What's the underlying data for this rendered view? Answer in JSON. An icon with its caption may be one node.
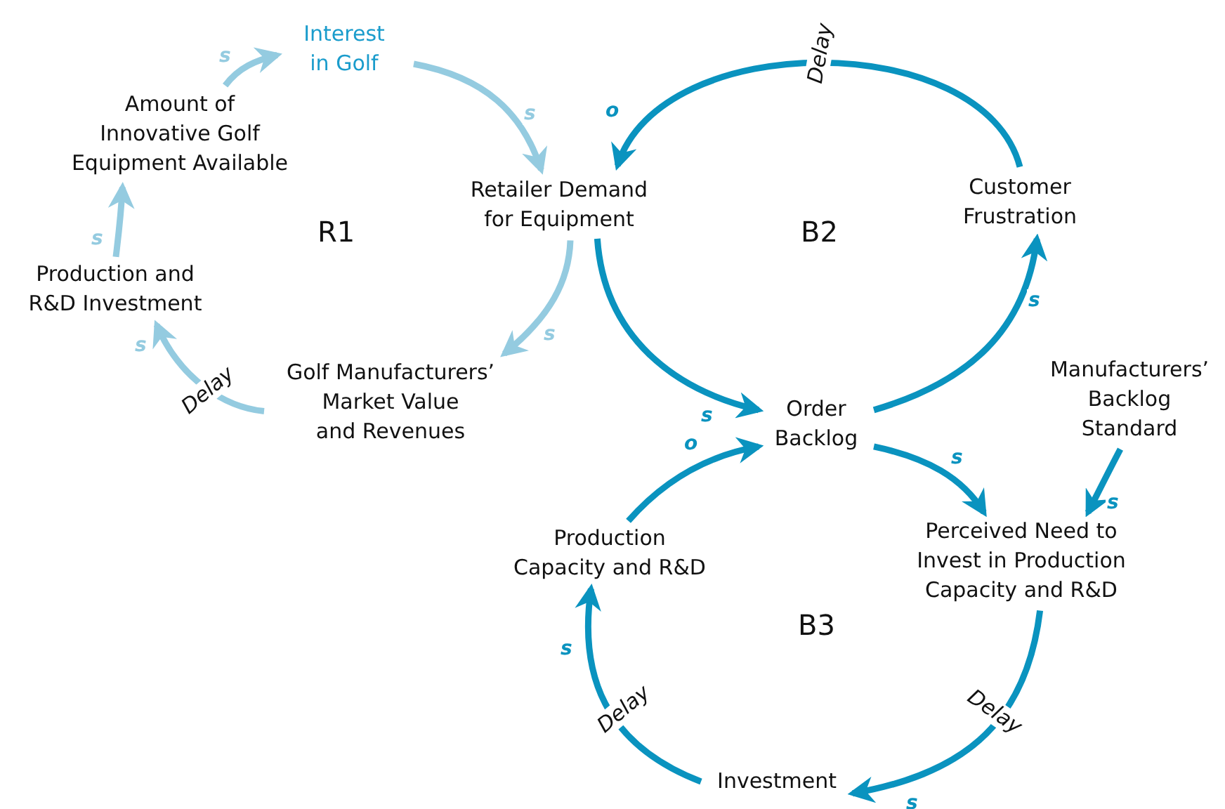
{
  "diagram": {
    "nodes": [
      {
        "text": [
          "Interest in Golf"
        ]
      },
      {
        "text": [
          "Retailer Demand for Equipment"
        ]
      },
      {
        "text": [
          "Golf Manufacturers’ Market Value and Revenues"
        ]
      },
      {
        "text": [
          "Production and R&D Investment"
        ]
      },
      {
        "text": [
          "Amount of Innovative Golf Equipment Available"
        ]
      },
      {
        "text": [
          "Customer Frustration"
        ]
      },
      {
        "text": [
          "Order Backlog"
        ]
      },
      {
        "text": [
          "Manufacturers’ Backlog Standard"
        ]
      },
      {
        "text": [
          "Perceived Need to Invest in Production Capacity and R&D"
        ]
      },
      {
        "text": [
          "Investment"
        ]
      },
      {
        "text": [
          "Production Capacity and R&D"
        ]
      }
    ],
    "edges": [
      {
        "from": 4,
        "to": 0,
        "arrow": "to",
        "label": "s",
        "color": "#94cbe0"
      },
      {
        "from": 0,
        "to": 1,
        "arrow": "to",
        "label": "s",
        "color": "#94cbe0"
      },
      {
        "from": 1,
        "to": 2,
        "arrow": "to",
        "label": "s",
        "color": "#94cbe0"
      },
      {
        "from": 2,
        "to": 3,
        "arrow": "to",
        "label": "s",
        "color": "#94cbe0"
      },
      {
        "from": 3,
        "to": 4,
        "arrow": "to",
        "label": "s",
        "color": "#94cbe0"
      },
      {
        "from": 5,
        "to": 1,
        "arrow": "to",
        "label": "o"
      },
      {
        "from": 1,
        "to": 6,
        "arrow": "to",
        "label": "s"
      },
      {
        "from": 6,
        "to": 5,
        "arrow": "to",
        "label": "s"
      },
      {
        "from": 6,
        "to": 8,
        "arrow": "to",
        "label": "s"
      },
      {
        "from": 7,
        "to": 8,
        "arrow": "to",
        "label": "s"
      },
      {
        "from": 8,
        "to": 9,
        "arrow": "to",
        "label": "s"
      },
      {
        "from": 9,
        "to": 10,
        "arrow": "to",
        "label": "s"
      },
      {
        "from": 10,
        "to": 6,
        "arrow": "to",
        "label": "o"
      }
    ],
    "labels": [
      "R1",
      "B2",
      "B3",
      "Delay",
      "Delay",
      "Delay",
      "Delay"
    ]
  }
}
